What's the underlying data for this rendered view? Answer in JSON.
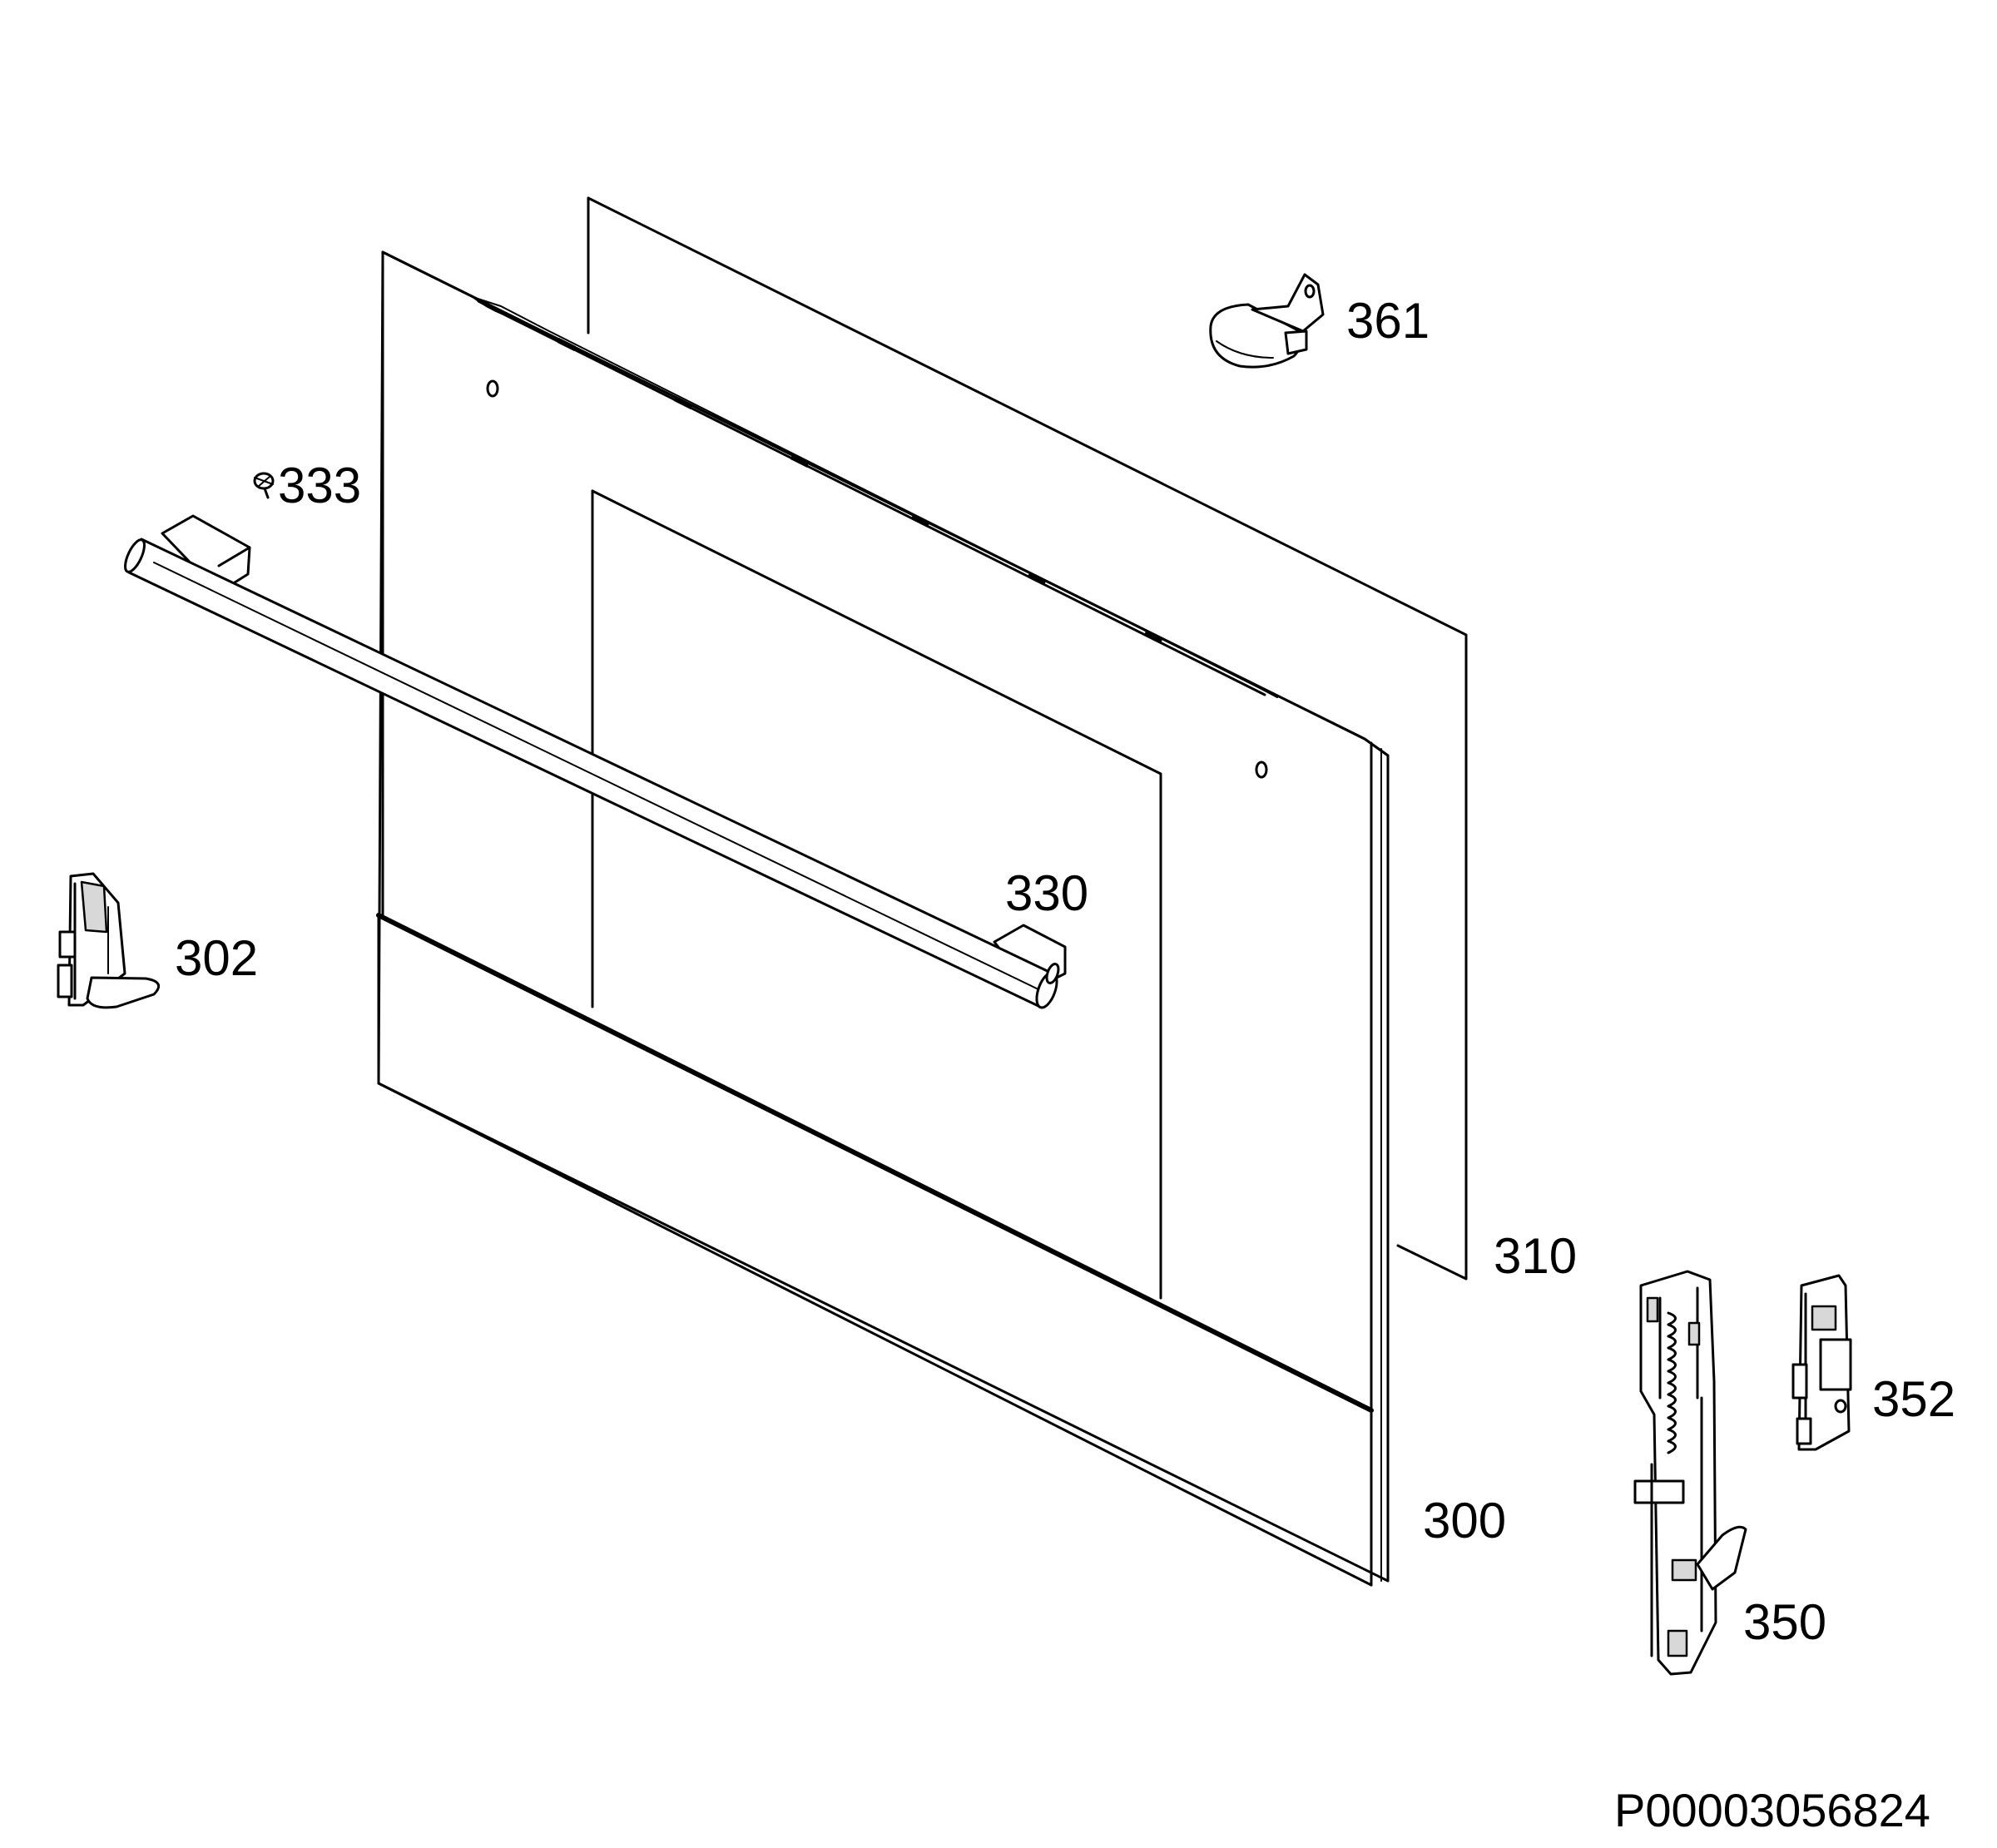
{
  "parts": [
    {
      "id": "361",
      "label": "361"
    },
    {
      "id": "333",
      "label": "333"
    },
    {
      "id": "330",
      "label": "330"
    },
    {
      "id": "302",
      "label": "302"
    },
    {
      "id": "310",
      "label": "310"
    },
    {
      "id": "352",
      "label": "352"
    },
    {
      "id": "300",
      "label": "300"
    },
    {
      "id": "350",
      "label": "350"
    }
  ],
  "drawing_id": "P00003056824"
}
